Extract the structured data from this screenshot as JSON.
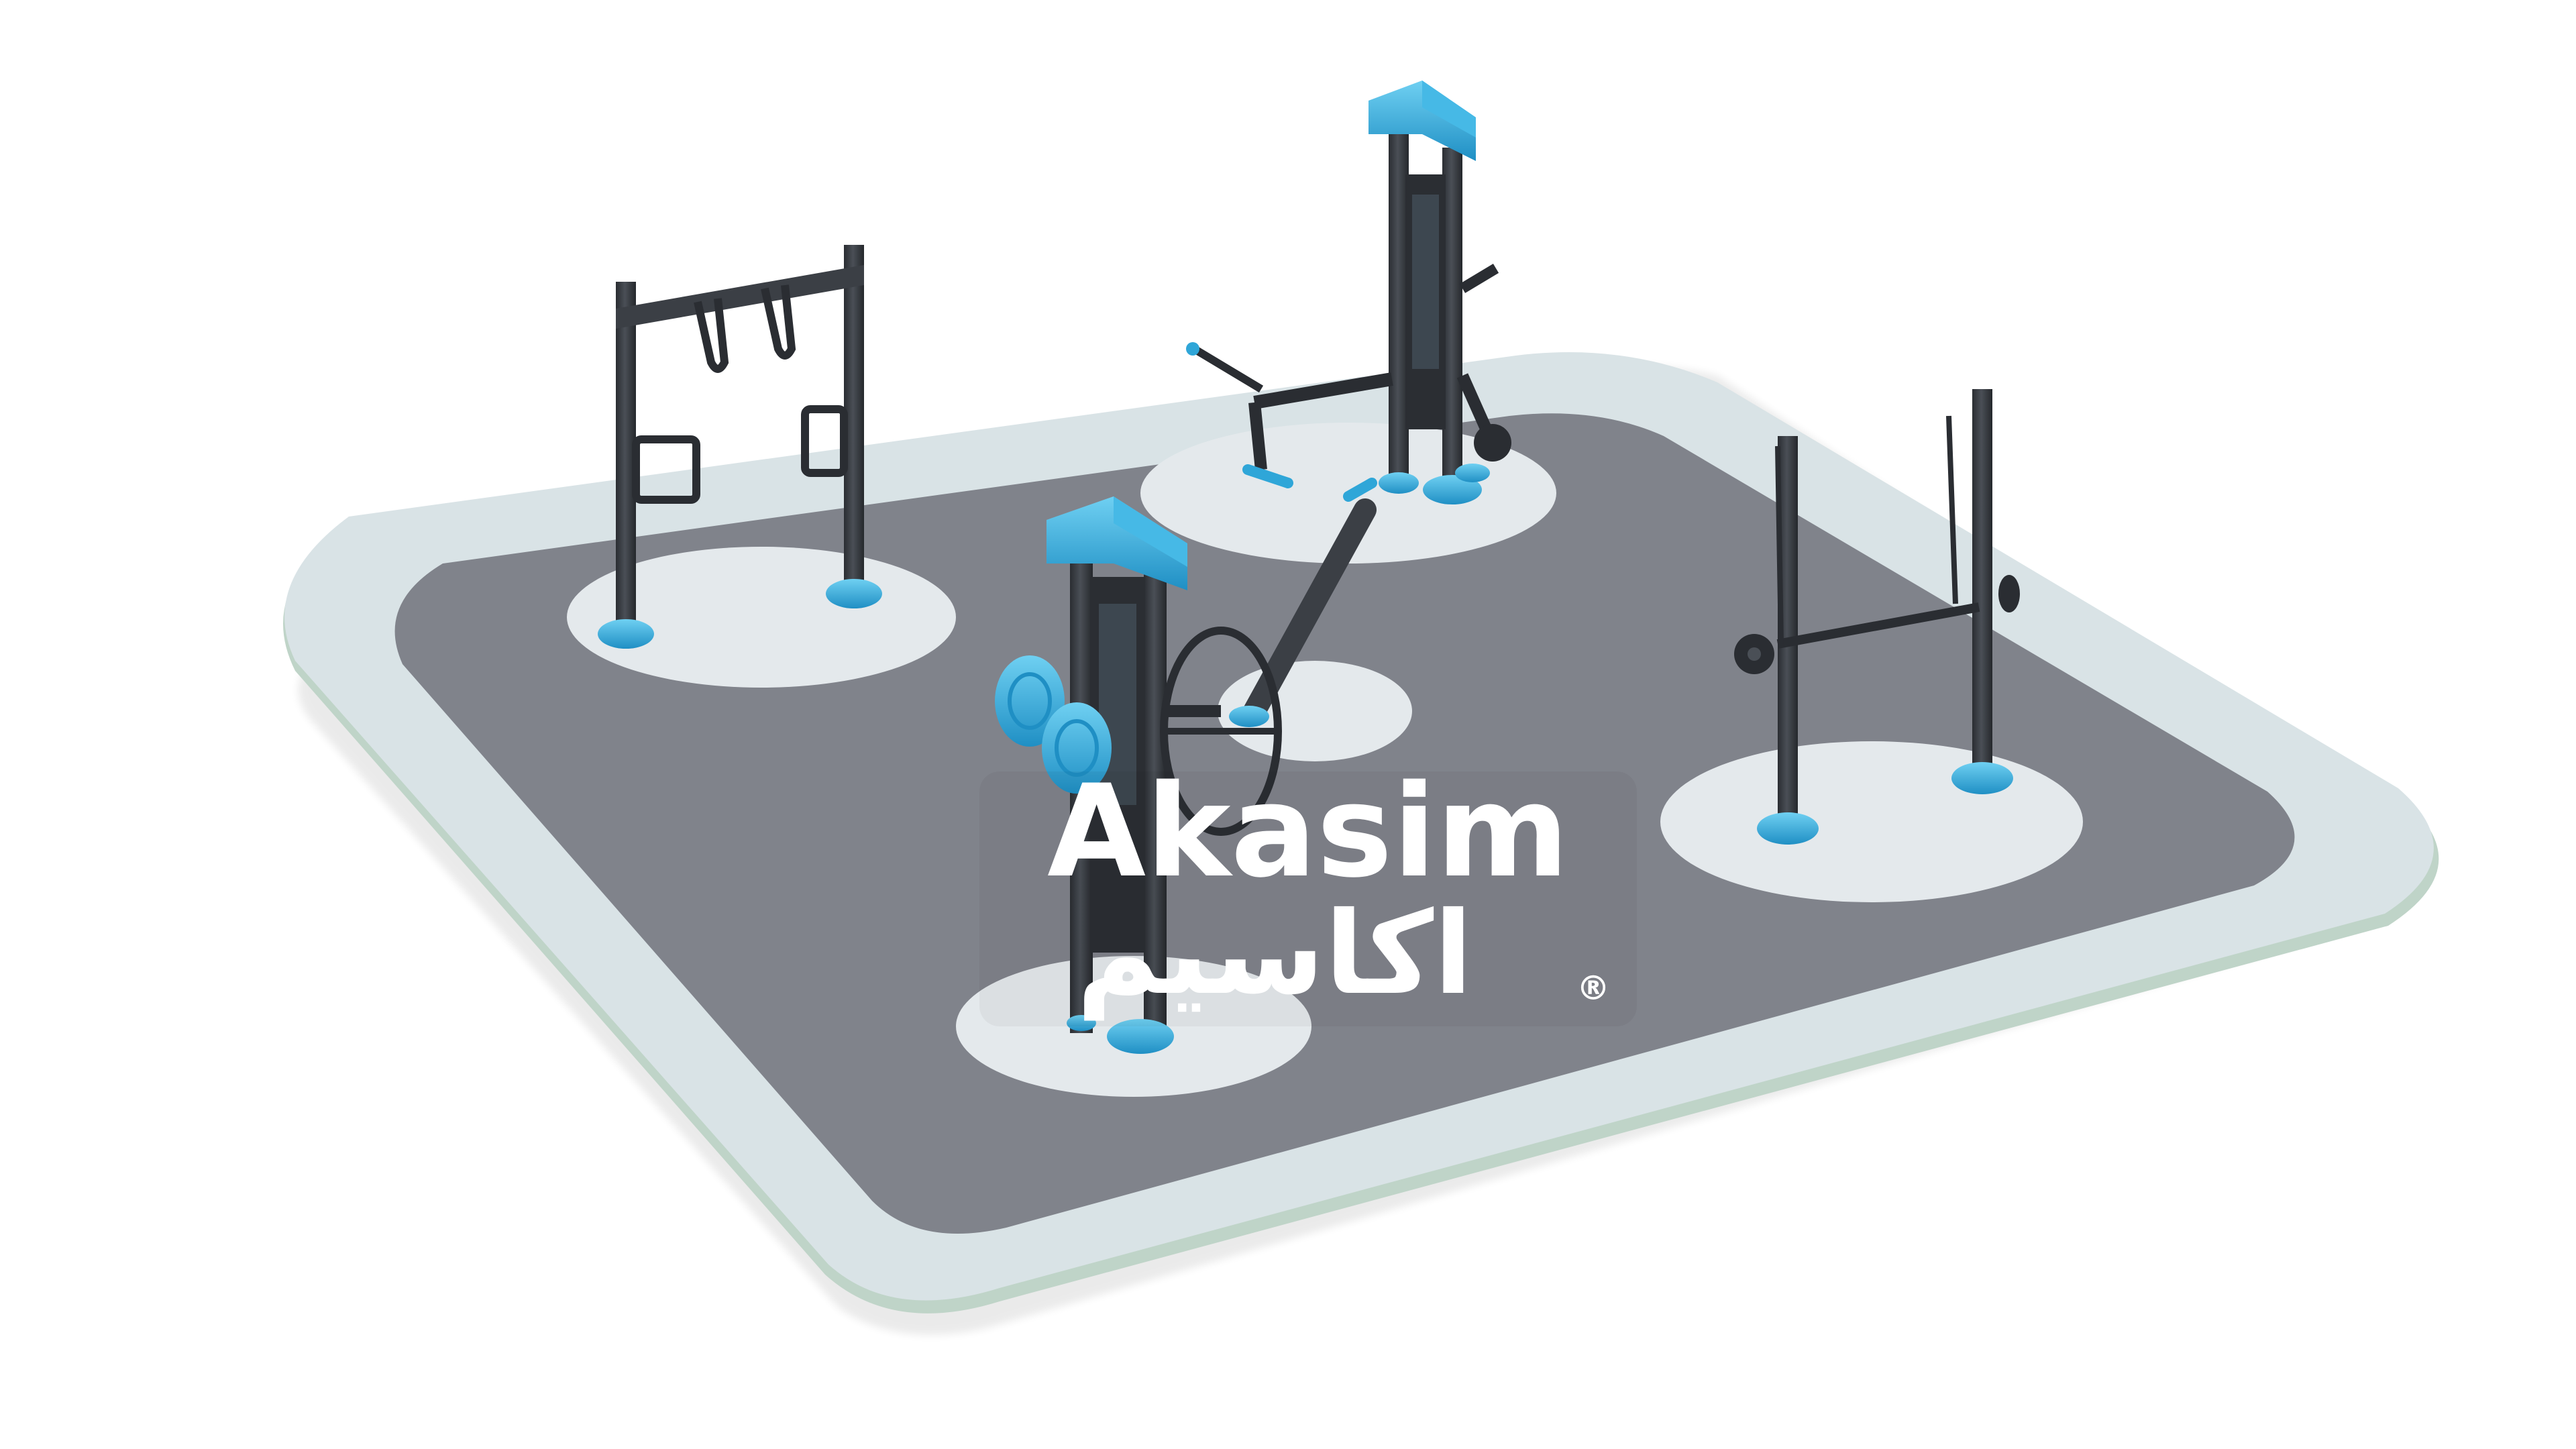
{
  "watermark": {
    "latin": "Akasim",
    "arabic": "اكاسيم",
    "registered": "®"
  },
  "colors": {
    "background": "#ffffff",
    "outer_border": "#d9e3e6",
    "rim_edge": "#bfd4c8",
    "inner_surface": "#80838b",
    "pad": "#e4e9ec",
    "frame": "#3b3f45",
    "accent": "#2fa6d8",
    "accent_light": "#5fc3ea"
  },
  "equipment": [
    {
      "name": "hanging-rings-station"
    },
    {
      "name": "leg-press-station"
    },
    {
      "name": "wheel-and-arm-station"
    },
    {
      "name": "parallel-bars-station"
    }
  ]
}
